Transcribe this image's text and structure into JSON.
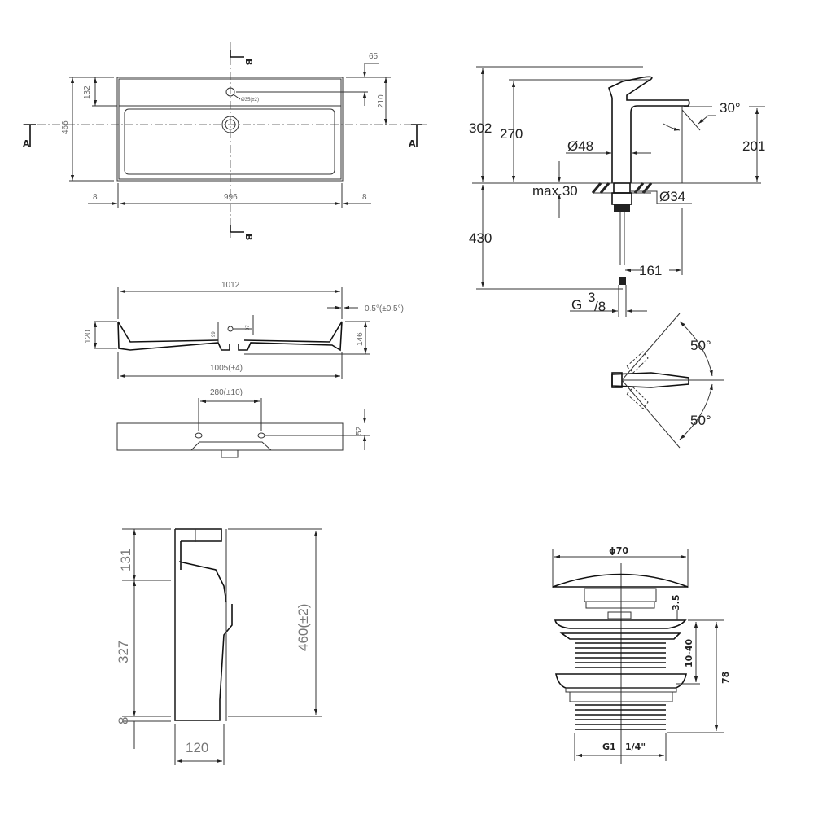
{
  "top_view": {
    "dim_132": "132",
    "dim_466": "466",
    "dim_210": "210",
    "dim_65": "65",
    "dim_996": "996",
    "dim_8_left": "8",
    "dim_8_right": "8",
    "tap_hole": "Ø35(±2)",
    "section_a": "A",
    "section_b": "B"
  },
  "front_section": {
    "dim_1012": "1012",
    "angle": "0.5°(±0.5°)",
    "dim_120": "120",
    "dim_146": "146",
    "dim_1005": "1005(±4)",
    "dim_99": "99",
    "dim_37": "37"
  },
  "back_view": {
    "dim_280": "280(±10)",
    "dim_52": "52"
  },
  "side_section": {
    "dim_131": "131",
    "dim_327": "327",
    "dim_8": "8",
    "dim_120": "120",
    "dim_460": "460(±2)"
  },
  "faucet": {
    "dim_302": "302",
    "dim_270": "270",
    "dim_48": "Ø48",
    "max30": "max.30",
    "dim_34": "Ø34",
    "dim_430": "430",
    "dim_161": "161",
    "thread_g": "G",
    "thread_num": "3",
    "thread_den": "/8",
    "angle_30": "30°",
    "dim_201": "201",
    "angle_50_top": "50°",
    "angle_50_bottom": "50°"
  },
  "drain": {
    "dim_70": "ϕ70",
    "dim_3_5": "3.5",
    "dim_10_40": "10-40",
    "dim_78": "78",
    "thread_g1": "G1",
    "thread_frac": "1/4\""
  }
}
